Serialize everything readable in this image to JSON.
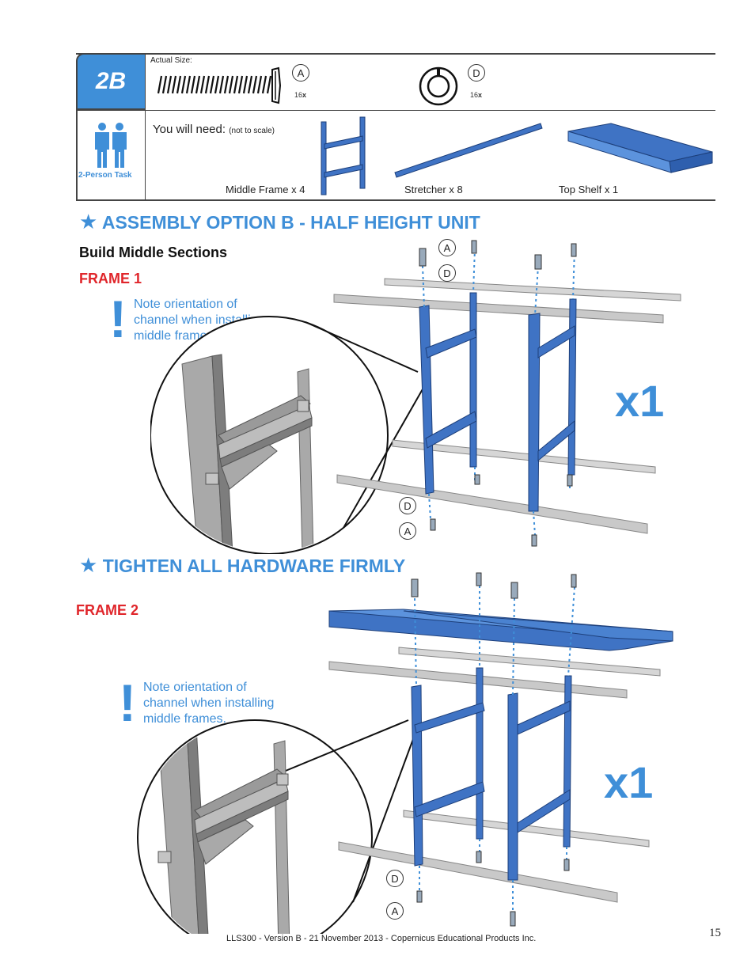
{
  "header": {
    "step": "2B",
    "actual_size_label": "Actual Size:",
    "parts": [
      {
        "letter": "A",
        "qty": "16",
        "qty_suffix": "x"
      },
      {
        "letter": "D",
        "qty": "16",
        "qty_suffix": "x"
      }
    ],
    "you_will_need": "You will need:",
    "not_to_scale": "(not to scale)",
    "two_person": "2-Person Task",
    "components": [
      {
        "label": "Middle Frame x 4"
      },
      {
        "label": "Stretcher x 8"
      },
      {
        "label": "Top Shelf x 1"
      }
    ]
  },
  "section1": {
    "title": "ASSEMBLY OPTION B - HALF HEIGHT UNIT",
    "subtitle": "Build Middle Sections",
    "frame": "FRAME 1",
    "note_lines": [
      "Note orientation of",
      "channel when installing",
      "middle frames."
    ],
    "multiplier": "x1",
    "callouts": [
      "A",
      "D",
      "D",
      "A"
    ]
  },
  "section2": {
    "title": "TIGHTEN ALL HARDWARE FIRMLY",
    "frame": "FRAME 2",
    "note_lines": [
      "Note orientation of",
      "channel when installing",
      "middle frames."
    ],
    "multiplier": "x1",
    "callouts": [
      "D",
      "A"
    ]
  },
  "footer": {
    "text": "LLS300 - Version B - 21 November 2013 - Copernicus Educational Products Inc.",
    "page": "15"
  },
  "colors": {
    "accent_blue": "#3f8fd8",
    "frame_blue": "#3f73c4",
    "label_red": "#e0262b",
    "stretcher_gray": "#c9c9c9"
  }
}
